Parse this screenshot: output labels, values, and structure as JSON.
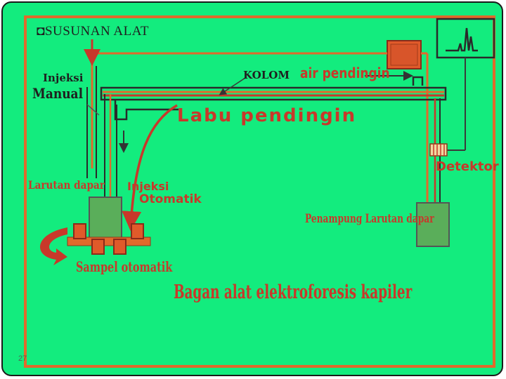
{
  "slide": {
    "title": "SUSUNAN ALAT",
    "title_bullet_icon": "bullet-icon",
    "page_number": "27",
    "background_color": "#13ec7e",
    "accent_color": "#e06a2c",
    "label_color": "#c8382a"
  },
  "labels": {
    "injeksi_manual_line1": "Injeksi",
    "injeksi_manual_line2": "Manual",
    "kolom": "KOLOM",
    "air_pendingin": "air pendingin",
    "labu_pendingin": "Labu pendingin",
    "detektor": "Detektor",
    "larutan_dapar": "Larutan dapar",
    "injeksi_otomatik_line1": "Injeksi",
    "injeksi_otomatik_line2": "Otomatik",
    "penampung": "Penampung Larutan dapar",
    "sampel_otomatik": "Sampel otomatik",
    "caption": "Bagan alat elektroforesis kapiler"
  },
  "icons": [
    "bullet-icon",
    "chromatogram-icon",
    "power-supply-icon",
    "rotate-arrow-icon",
    "detector-icon"
  ]
}
